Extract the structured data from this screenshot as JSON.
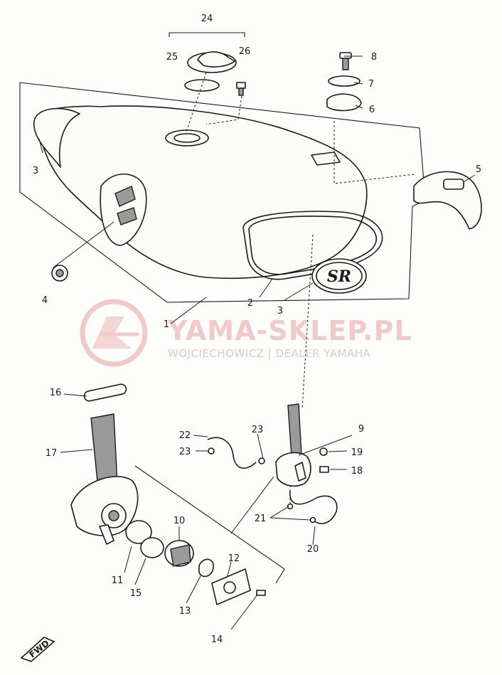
{
  "callouts": {
    "p24": "24",
    "p25": "25",
    "p26": "26",
    "p8": "8",
    "p7": "7",
    "p6": "6",
    "p5": "5",
    "p3a": "3",
    "p4": "4",
    "p2": "2",
    "p3b": "3",
    "p1": "1",
    "p16": "16",
    "p17": "17",
    "p22": "22",
    "p23a": "23",
    "p23b": "23",
    "p9": "9",
    "p19": "19",
    "p18": "18",
    "p21": "21",
    "p20": "20",
    "p10": "10",
    "p11": "11",
    "p15": "15",
    "p12": "12",
    "p13": "13",
    "p14": "14"
  },
  "tank_emblem": "SR",
  "orientation_stamp": "FWD",
  "watermark": {
    "title": "YAMA-SKLEP.PL",
    "subtitle": "WOJCIECHOWICZ | DEALER YAMAHA"
  },
  "colors": {
    "line": "#1a1a1a",
    "watermark": "#f2c9c9",
    "paper": "#fdfdfb"
  }
}
